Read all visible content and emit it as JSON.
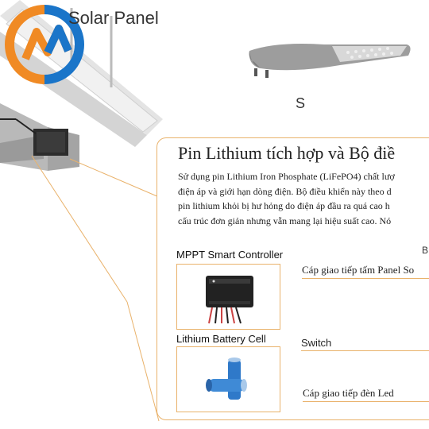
{
  "labels": {
    "solar_panel": "Solar Panel",
    "lamp_size": "S"
  },
  "card": {
    "title": "Pin Lithium tích hợp và Bộ điề",
    "description": [
      "Sử dụng pin Lithium Iron Phosphate (LiFePO4) chất lượ",
      "điện áp và giới hạn dòng điện. Bộ điều khiển này theo d",
      "pin lithium khỏi bị hư hỏng do điện áp đầu ra quá cao h",
      "cấu trúc đơn giản nhưng vẫn mang lại hiệu suất cao. Nó"
    ],
    "corner_letter": "B"
  },
  "components": {
    "controller_label": "MPPT Smart Controller",
    "battery_label": "Lithium Battery Cell"
  },
  "connections": {
    "solar_cable": "Cáp giao tiếp tấm Panel So",
    "switch": "Switch",
    "led_cable": "Cáp giao tiếp đèn Led"
  },
  "colors": {
    "accent_orange": "#e9b26b",
    "logo_orange": "#f08a24",
    "logo_blue": "#1a75c9"
  },
  "icons": {
    "logo": "brand-logo-icon"
  }
}
